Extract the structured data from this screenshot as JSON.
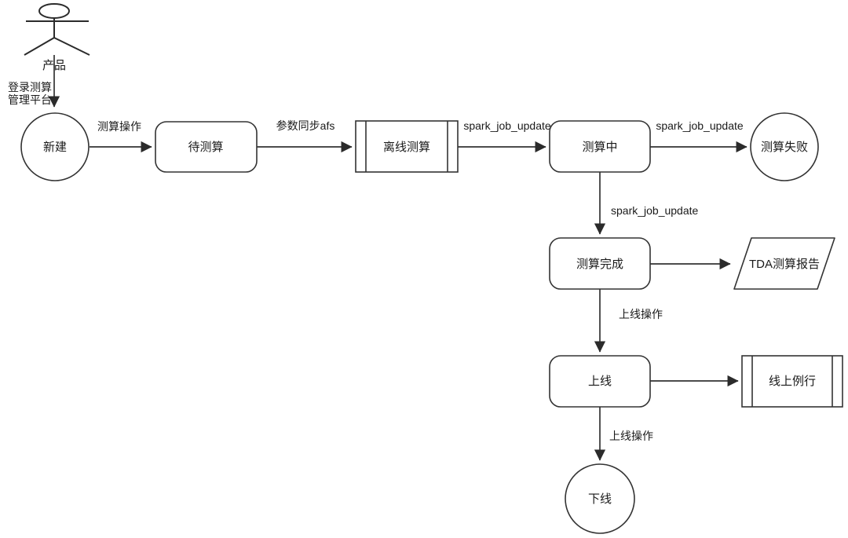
{
  "diagram": {
    "background_color": "#ffffff",
    "stroke_color": "#333333",
    "text_color": "#1a1a1a",
    "actor": {
      "name": "产品"
    },
    "nodes": [
      {
        "id": "new",
        "shape": "circle",
        "label": "新建"
      },
      {
        "id": "pending-calc",
        "shape": "rounded-rect",
        "label": "待测算"
      },
      {
        "id": "offline-calc",
        "shape": "predefined-process",
        "label": "离线测算"
      },
      {
        "id": "calculating",
        "shape": "rounded-rect",
        "label": "测算中"
      },
      {
        "id": "calc-failed",
        "shape": "circle",
        "label": "测算失败"
      },
      {
        "id": "calc-complete",
        "shape": "rounded-rect",
        "label": "测算完成"
      },
      {
        "id": "tda-report",
        "shape": "parallelogram",
        "label": "TDA测算报告"
      },
      {
        "id": "go-online",
        "shape": "rounded-rect",
        "label": "上线"
      },
      {
        "id": "online-routine",
        "shape": "predefined-process",
        "label": "线上例行"
      },
      {
        "id": "go-offline",
        "shape": "circle",
        "label": "下线"
      }
    ],
    "edges": [
      {
        "from": "actor-product",
        "to": "new",
        "label_line1": "登录测算",
        "label_line2": "管理平台"
      },
      {
        "from": "new",
        "to": "pending-calc",
        "label": "测算操作"
      },
      {
        "from": "pending-calc",
        "to": "offline-calc",
        "label": "参数同步afs"
      },
      {
        "from": "offline-calc",
        "to": "calculating",
        "label": "spark_job_update"
      },
      {
        "from": "calculating",
        "to": "calc-failed",
        "label": "spark_job_update"
      },
      {
        "from": "calculating",
        "to": "calc-complete",
        "label": "spark_job_update"
      },
      {
        "from": "calc-complete",
        "to": "tda-report",
        "label": ""
      },
      {
        "from": "calc-complete",
        "to": "go-online",
        "label": "上线操作"
      },
      {
        "from": "go-online",
        "to": "online-routine",
        "label": ""
      },
      {
        "from": "go-online",
        "to": "go-offline",
        "label": "上线操作"
      }
    ]
  }
}
